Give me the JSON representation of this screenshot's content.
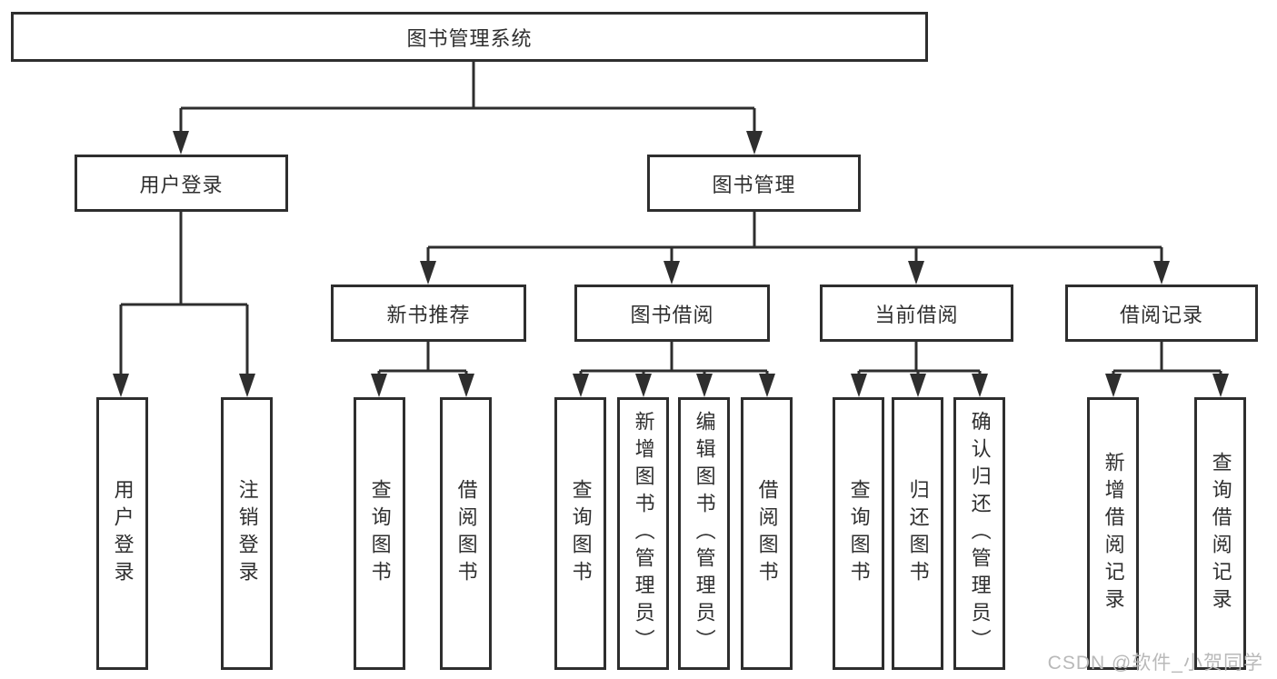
{
  "nodes": {
    "root": "图书管理系统",
    "user_login": "用户登录",
    "book_mgmt": "图书管理",
    "new_book_rec": "新书推荐",
    "book_borrow": "图书借阅",
    "current_borrow": "当前借阅",
    "borrow_records": "借阅记录",
    "ul_user_login": "用户登录",
    "ul_logout": "注销登录",
    "nb_query_books": "查询图书",
    "nb_borrow_books": "借阅图书",
    "bb_query_books": "查询图书",
    "bb_add_books": "新增图书（管理员）",
    "bb_edit_books": "编辑图书（管理员）",
    "bb_borrow_books": "借阅图书",
    "cb_query_books": "查询图书",
    "cb_return_books": "归还图书",
    "cb_confirm_return": "确认归还（管理员）",
    "br_add_record": "新增借阅记录",
    "br_query_record": "查询借阅记录"
  },
  "watermark": "CSDN @软件_小贺同学",
  "colors": {
    "line": "#2e2e2e",
    "box_border": "#2e2e2e",
    "text": "#2f2f2f",
    "watermark": "#b9b9b9",
    "background": "#ffffff"
  }
}
